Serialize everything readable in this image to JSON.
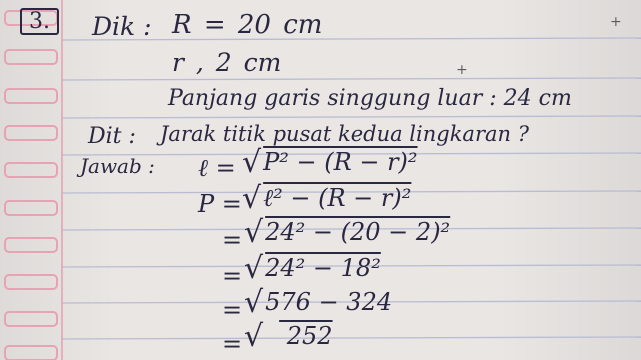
{
  "problem_number": "3.",
  "diketahui": {
    "label": "Dik :",
    "line1": "R  =  20 cm",
    "line2": "r  ,  2  cm",
    "line3": "Panjang garis singgung luar : 24 cm"
  },
  "ditanya": {
    "label": "Dit :",
    "text": "Jarak titik pusat kedua lingkaran ?"
  },
  "jawab": {
    "label": "Jawab :",
    "steps": [
      {
        "lhs": "ℓ =",
        "radicand": "P² − (R − r)²"
      },
      {
        "lhs": "P =",
        "radicand": "ℓ² − (R − r)²"
      },
      {
        "lhs": "=",
        "radicand": "24² − (20 − 2)²"
      },
      {
        "lhs": "=",
        "radicand": "24² −  18²"
      },
      {
        "lhs": "=",
        "radicand": "576 − 324"
      },
      {
        "lhs": "=",
        "radicand": " 252"
      }
    ]
  },
  "colors": {
    "ink": "#2a2740",
    "paper": "#e9e6e4",
    "rule_line": "#b9bcd2",
    "margin_pink": "#e5a3b4"
  }
}
